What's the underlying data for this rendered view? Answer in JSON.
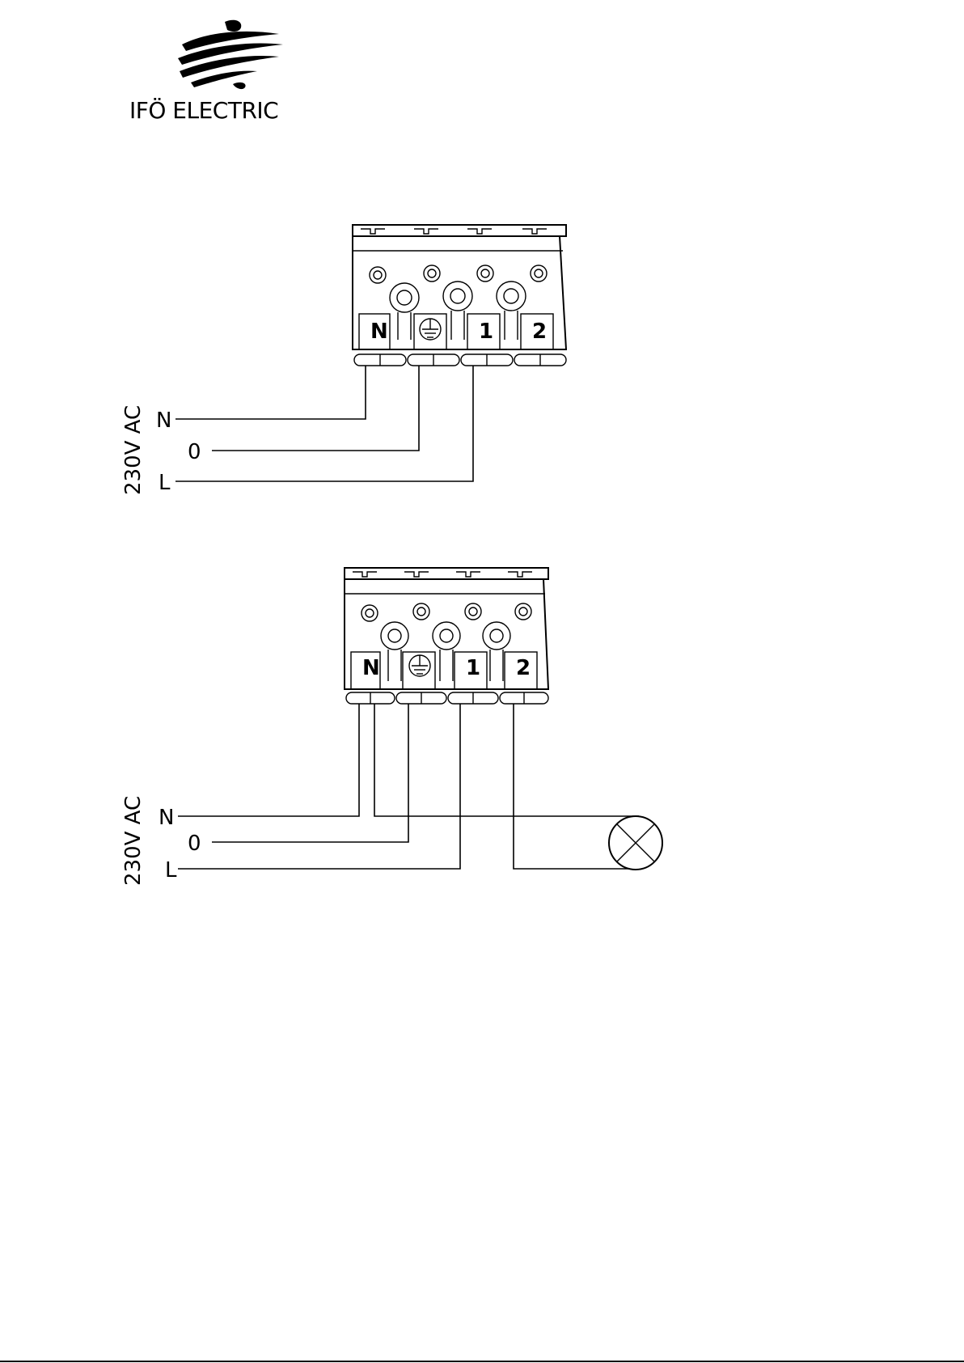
{
  "logo": {
    "brand_text": "IFÖ ELECTRIC"
  },
  "diagram_1": {
    "terminal_labels": [
      "N",
      "1",
      "2"
    ],
    "supply_label": "230V AC",
    "lines": [
      "N",
      "0",
      "L"
    ]
  },
  "diagram_2": {
    "terminal_labels": [
      "N",
      "1",
      "2"
    ],
    "supply_label": "230V AC",
    "lines": [
      "N",
      "0",
      "L"
    ]
  }
}
